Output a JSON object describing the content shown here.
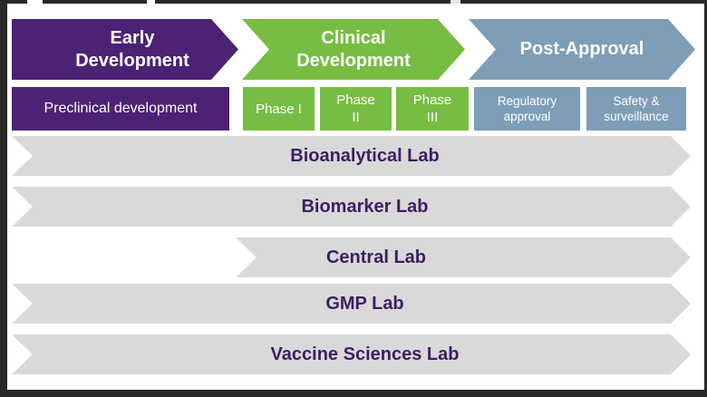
{
  "colors": {
    "purple": "#4C2274",
    "green": "#77BC43",
    "blue": "#7E9DB7",
    "gray": "#D9D9D9",
    "labtext": "#3F1D63",
    "frame": "#282828"
  },
  "timeline": {
    "stages": [
      {
        "label": "Early Development"
      },
      {
        "label": "Clinical Development"
      },
      {
        "label": "Post-Approval"
      }
    ],
    "substages": [
      {
        "label": "Preclinical development"
      },
      {
        "label": "Phase I"
      },
      {
        "label": "Phase II"
      },
      {
        "label": "Phase III"
      },
      {
        "label": "Regulatory approval"
      },
      {
        "label": "Safety & surveillance"
      }
    ]
  },
  "labs": [
    {
      "label": "Bioanalytical Lab"
    },
    {
      "label": "Biomarker Lab"
    },
    {
      "label": "Central Lab"
    },
    {
      "label": "GMP Lab"
    },
    {
      "label": "Vaccine Sciences Lab"
    }
  ]
}
